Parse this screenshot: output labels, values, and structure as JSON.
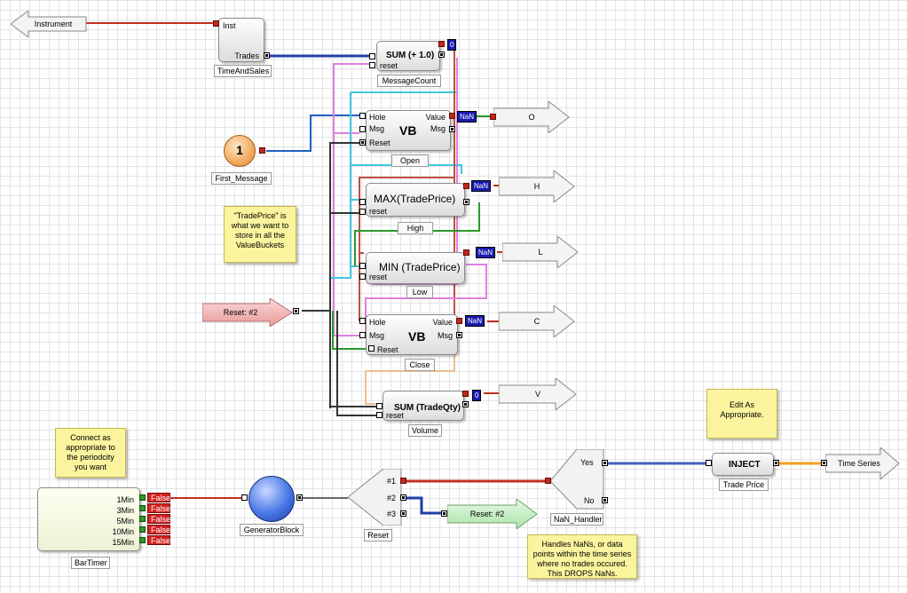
{
  "colors": {
    "red": "#c03020",
    "blue": "#1f3fa8",
    "cyan": "#40c8e0",
    "green": "#2a9a2a",
    "pink": "#e080e0",
    "peach": "#f0c090",
    "dark": "#333333",
    "orange": "#f0a020"
  },
  "arrows": {
    "instrument": "Instrument",
    "o": "O",
    "h": "H",
    "l": "L",
    "c": "C",
    "v": "V",
    "reset_in": "Reset: #2",
    "reset_out": "Reset: #2",
    "time_series": "Time Series"
  },
  "blocks": {
    "time_and_sales": {
      "name": "TimeAndSales",
      "in": "Inst",
      "out": "Trades"
    },
    "message_count": {
      "name": "MessageCount",
      "title": "SUM (+ 1.0)",
      "in2": "reset",
      "value": "0"
    },
    "open": {
      "name": "Open",
      "title": "VB",
      "in1": "Hole",
      "in2": "Msg",
      "in3": "Reset",
      "out1": "Value",
      "out2": "Msg",
      "value": "NaN"
    },
    "high": {
      "name": "High",
      "title": "MAX(TradePrice)",
      "in2": "reset",
      "value": "NaN"
    },
    "low": {
      "name": "Low",
      "title": "MIN (TradePrice)",
      "in2": "reset",
      "value": "NaN"
    },
    "close": {
      "name": "Close",
      "title": "VB",
      "in1": "Hole",
      "in2": "Msg",
      "in3": "Reset",
      "out1": "Value",
      "out2": "Msg",
      "value": "NaN"
    },
    "volume": {
      "name": "Volume",
      "title": "SUM (TradeQty)",
      "in2": "reset",
      "value": "0"
    },
    "first_message": {
      "name": "First_Message",
      "value": "1"
    },
    "generator": {
      "name": "GeneratorBlock"
    },
    "bar_timer": {
      "name": "BarTimer",
      "rows": [
        {
          "label": "1Min",
          "value": "False"
        },
        {
          "label": "3Min",
          "value": "False"
        },
        {
          "label": "5Min",
          "value": "False"
        },
        {
          "label": "10Min",
          "value": "False"
        },
        {
          "label": "15Min",
          "value": "False"
        }
      ]
    },
    "reset_switch": {
      "name": "Reset",
      "p1": "#1",
      "p2": "#2",
      "p3": "#3"
    },
    "nan_handler": {
      "name": "NaN_Handler",
      "yes": "Yes",
      "no": "No"
    },
    "inject": {
      "name": "Trade Price",
      "title": "INJECT"
    }
  },
  "notes": {
    "trade_price": "\"TradePrice\" is what we want to store in all the ValueBuckets",
    "connect": "Connect as appropriate to the periodcity you want",
    "edit": "Edit As Appropriate.",
    "handles_nans": "Handles NaNs, or data points within the time series where no trades occured. This DROPS NaNs."
  }
}
